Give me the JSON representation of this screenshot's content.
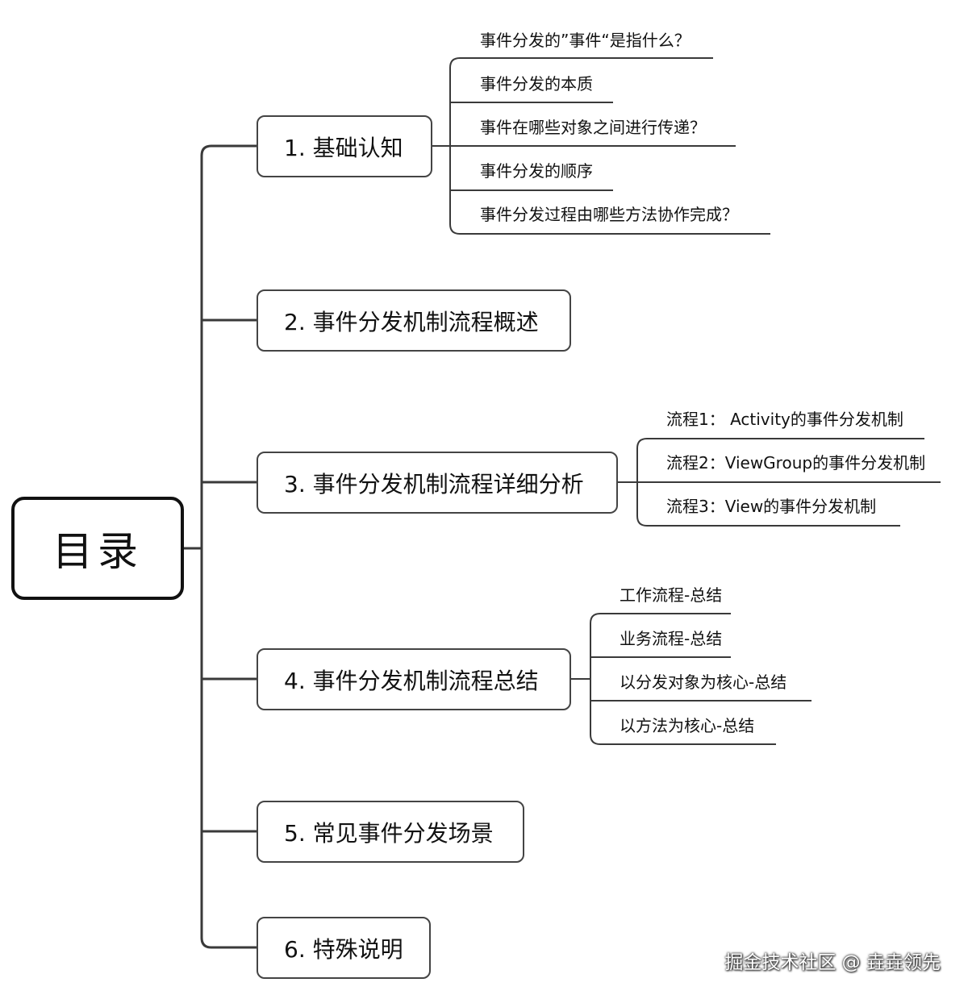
{
  "root": {
    "label": "目录"
  },
  "sections": [
    {
      "label": "1. 基础认知",
      "children": [
        "事件分发的”事件“是指什么？",
        "事件分发的本质",
        "事件在哪些对象之间进行传递？",
        "事件分发的顺序",
        "事件分发过程由哪些方法协作完成？"
      ]
    },
    {
      "label": "2. 事件分发机制流程概述",
      "children": []
    },
    {
      "label": "3. 事件分发机制流程详细分析",
      "children": [
        "流程1：  Activity的事件分发机制",
        "流程2：ViewGroup的事件分发机制",
        "流程3：View的事件分发机制"
      ]
    },
    {
      "label": "4. 事件分发机制流程总结",
      "children": [
        "工作流程-总结",
        "业务流程-总结",
        "以分发对象为核心-总结",
        "以方法为核心-总结"
      ]
    },
    {
      "label": "5. 常见事件分发场景",
      "children": []
    },
    {
      "label": "6. 特殊说明",
      "children": []
    }
  ],
  "watermark": "掘金技术社区 @ 垚垚领先",
  "colors": {
    "line": "#3a3a3a",
    "border": "#444444",
    "root_border": "#111111"
  }
}
